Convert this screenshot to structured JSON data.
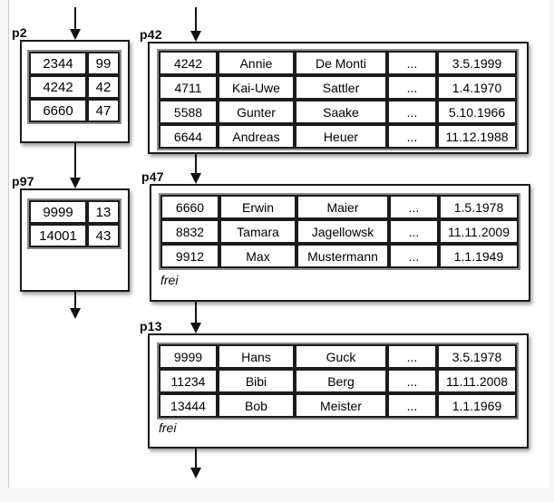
{
  "colors": {
    "line": "#111111",
    "box_border": "#1a1a1a",
    "table_outer_border": "#8c8c8c",
    "background": "#f6f6f6",
    "panel": "#ffffff"
  },
  "nodes": {
    "p2": {
      "label": "p2",
      "rows": [
        [
          "2344",
          "99"
        ],
        [
          "4242",
          "42"
        ],
        [
          "6660",
          "47"
        ]
      ]
    },
    "p97": {
      "label": "p97",
      "rows": [
        [
          "9999",
          "13"
        ],
        [
          "14001",
          "43"
        ]
      ]
    },
    "p42": {
      "label": "p42",
      "rows": [
        [
          "4242",
          "Annie",
          "De Monti",
          "...",
          "3.5.1999"
        ],
        [
          "4711",
          "Kai-Uwe",
          "Sattler",
          "...",
          "1.4.1970"
        ],
        [
          "5588",
          "Gunter",
          "Saake",
          "...",
          "5.10.1966"
        ],
        [
          "6644",
          "Andreas",
          "Heuer",
          "...",
          "11.12.1988"
        ]
      ]
    },
    "p47": {
      "label": "p47",
      "footer": "frei",
      "rows": [
        [
          "6660",
          "Erwin",
          "Maier",
          "...",
          "1.5.1978"
        ],
        [
          "8832",
          "Tamara",
          "Jagellowsk",
          "...",
          "11.11.2009"
        ],
        [
          "9912",
          "Max",
          "Mustermann",
          "...",
          "1.1.1949"
        ]
      ]
    },
    "p13": {
      "label": "p13",
      "footer": "frei",
      "rows": [
        [
          "9999",
          "Hans",
          "Guck",
          "...",
          "3.5.1978"
        ],
        [
          "11234",
          "Bibi",
          "Berg",
          "...",
          "11.11.2008"
        ],
        [
          "13444",
          "Bob",
          "Meister",
          "...",
          "1.1.1969"
        ]
      ]
    }
  },
  "edges": [
    {
      "from": "above",
      "to": "p2"
    },
    {
      "from": "above",
      "to": "p42"
    },
    {
      "from": "p2",
      "to": "p97"
    },
    {
      "from": "p97",
      "to": "below"
    },
    {
      "from": "p42",
      "to": "p47"
    },
    {
      "from": "p47",
      "to": "p13"
    },
    {
      "from": "p13",
      "to": "below"
    }
  ]
}
